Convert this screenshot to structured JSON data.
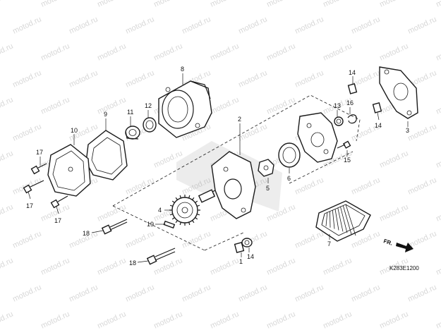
{
  "watermark": {
    "text": "motod.ru"
  },
  "diagram_code": "K283E1200",
  "direction_label": "FR.",
  "callouts": [
    {
      "id": "c-8",
      "label": "8"
    },
    {
      "id": "c-14a",
      "label": "14"
    },
    {
      "id": "c-9",
      "label": "9"
    },
    {
      "id": "c-11",
      "label": "11"
    },
    {
      "id": "c-12",
      "label": "12"
    },
    {
      "id": "c-10",
      "label": "10"
    },
    {
      "id": "c-2",
      "label": "2"
    },
    {
      "id": "c-13",
      "label": "13"
    },
    {
      "id": "c-16",
      "label": "16"
    },
    {
      "id": "c-14b",
      "label": "14"
    },
    {
      "id": "c-3",
      "label": "3"
    },
    {
      "id": "c-17a",
      "label": "17"
    },
    {
      "id": "c-17b",
      "label": "17"
    },
    {
      "id": "c-17c",
      "label": "17"
    },
    {
      "id": "c-15",
      "label": "15"
    },
    {
      "id": "c-5",
      "label": "5"
    },
    {
      "id": "c-6",
      "label": "6"
    },
    {
      "id": "c-4",
      "label": "4"
    },
    {
      "id": "c-19",
      "label": "19"
    },
    {
      "id": "c-18a",
      "label": "18"
    },
    {
      "id": "c-18b",
      "label": "18"
    },
    {
      "id": "c-7",
      "label": "7"
    },
    {
      "id": "c-1",
      "label": "1"
    },
    {
      "id": "c-14c",
      "label": "14"
    }
  ]
}
